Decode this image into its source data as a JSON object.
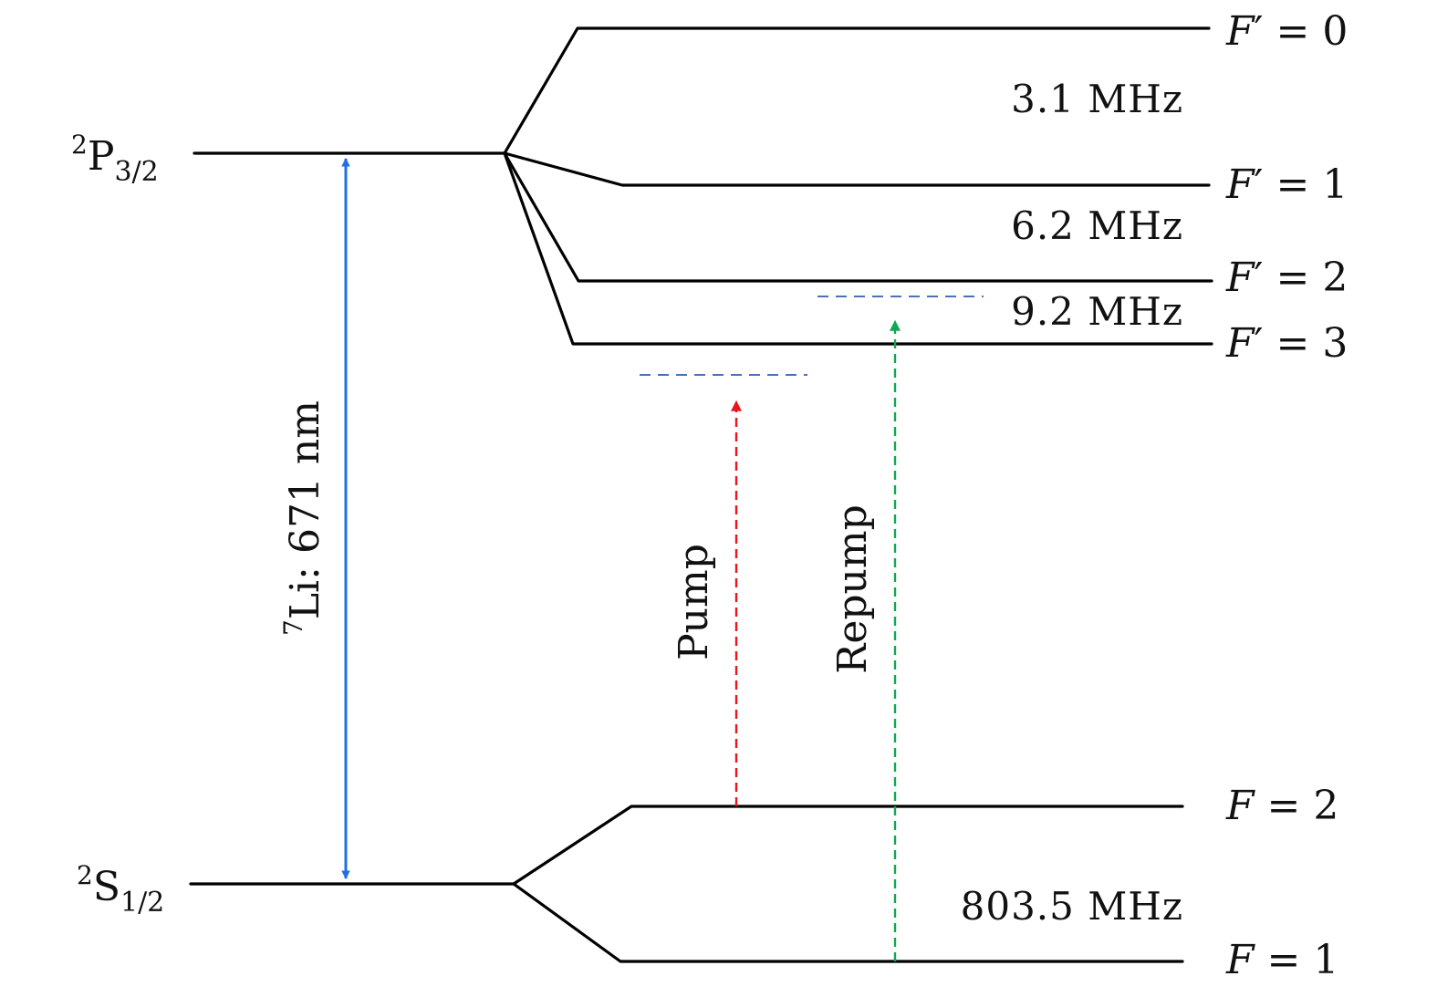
{
  "levels": {
    "p32": {
      "sup": "2",
      "base": "P",
      "sub": "3/2"
    },
    "s12": {
      "sup": "2",
      "base": "S",
      "sub": "1/2"
    }
  },
  "hyperfine_excited": [
    {
      "var": "F",
      "prime": "′",
      "rest": " = 0"
    },
    {
      "var": "F",
      "prime": "′",
      "rest": " = 1"
    },
    {
      "var": "F",
      "prime": "′",
      "rest": " = 2"
    },
    {
      "var": "F",
      "prime": "′",
      "rest": " = 3"
    }
  ],
  "hyperfine_ground": [
    {
      "var": "F",
      "rest": " = 2"
    },
    {
      "var": "F",
      "rest": " = 1"
    }
  ],
  "splittings": [
    "3.1 MHz",
    "6.2 MHz",
    "9.2 MHz",
    "803.5 MHz"
  ],
  "transition": {
    "sup": "7",
    "text": "Li: 671 nm"
  },
  "beams": {
    "pump": "Pump",
    "repump": "Repump"
  },
  "colors": {
    "transition": "#1f6fe6",
    "pump": "#e8151c",
    "repump": "#10a850",
    "detuning": "#4a72b8",
    "levels": "#000000"
  }
}
